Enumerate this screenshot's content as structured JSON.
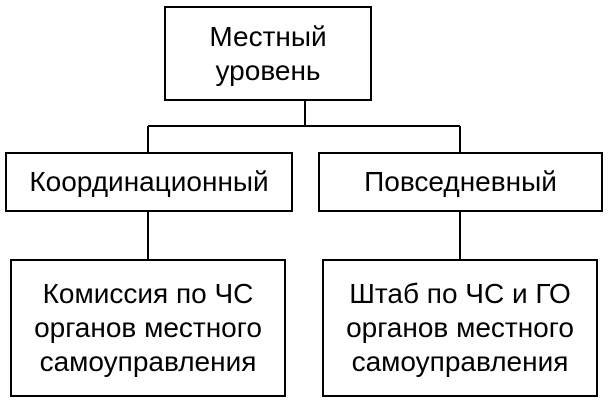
{
  "diagram": {
    "root": {
      "lines": [
        "Местный",
        "уровень"
      ]
    },
    "left": {
      "label": "Координационный",
      "child": {
        "lines": [
          "Комиссия по ЧС",
          "органов местного",
          "самоуправления"
        ]
      }
    },
    "right": {
      "label": "Повседневный",
      "child": {
        "lines": [
          "Штаб по ЧС и ГО",
          "органов местного",
          "самоуправления"
        ]
      }
    }
  }
}
